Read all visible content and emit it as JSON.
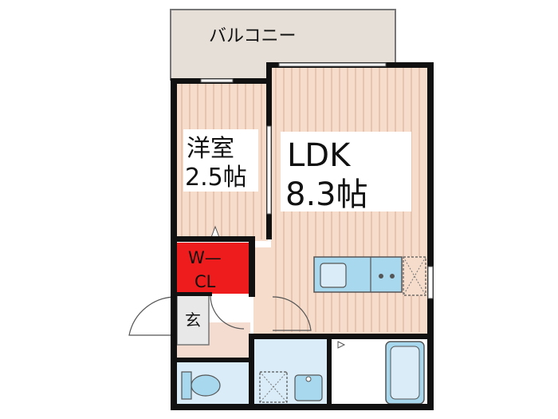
{
  "rooms": {
    "balcony": {
      "label": "バルコニー"
    },
    "western_room": {
      "name": "洋室",
      "size": "2.5帖"
    },
    "ldk": {
      "name": "LDK",
      "size": "8.3帖"
    },
    "walk_in_closet": {
      "line1": "W—",
      "line2": "CL"
    },
    "entrance": {
      "label": "玄"
    }
  },
  "colors": {
    "wall": "#111111",
    "wood_floor": "#f6dccb",
    "wood_line": "#d9ad95",
    "balcony_fill": "#e6dfd8",
    "closet_fill": "#ee1c1c",
    "wet_area_fill": "#d9ecf7",
    "fixture_blue": "#a8d8ee"
  }
}
